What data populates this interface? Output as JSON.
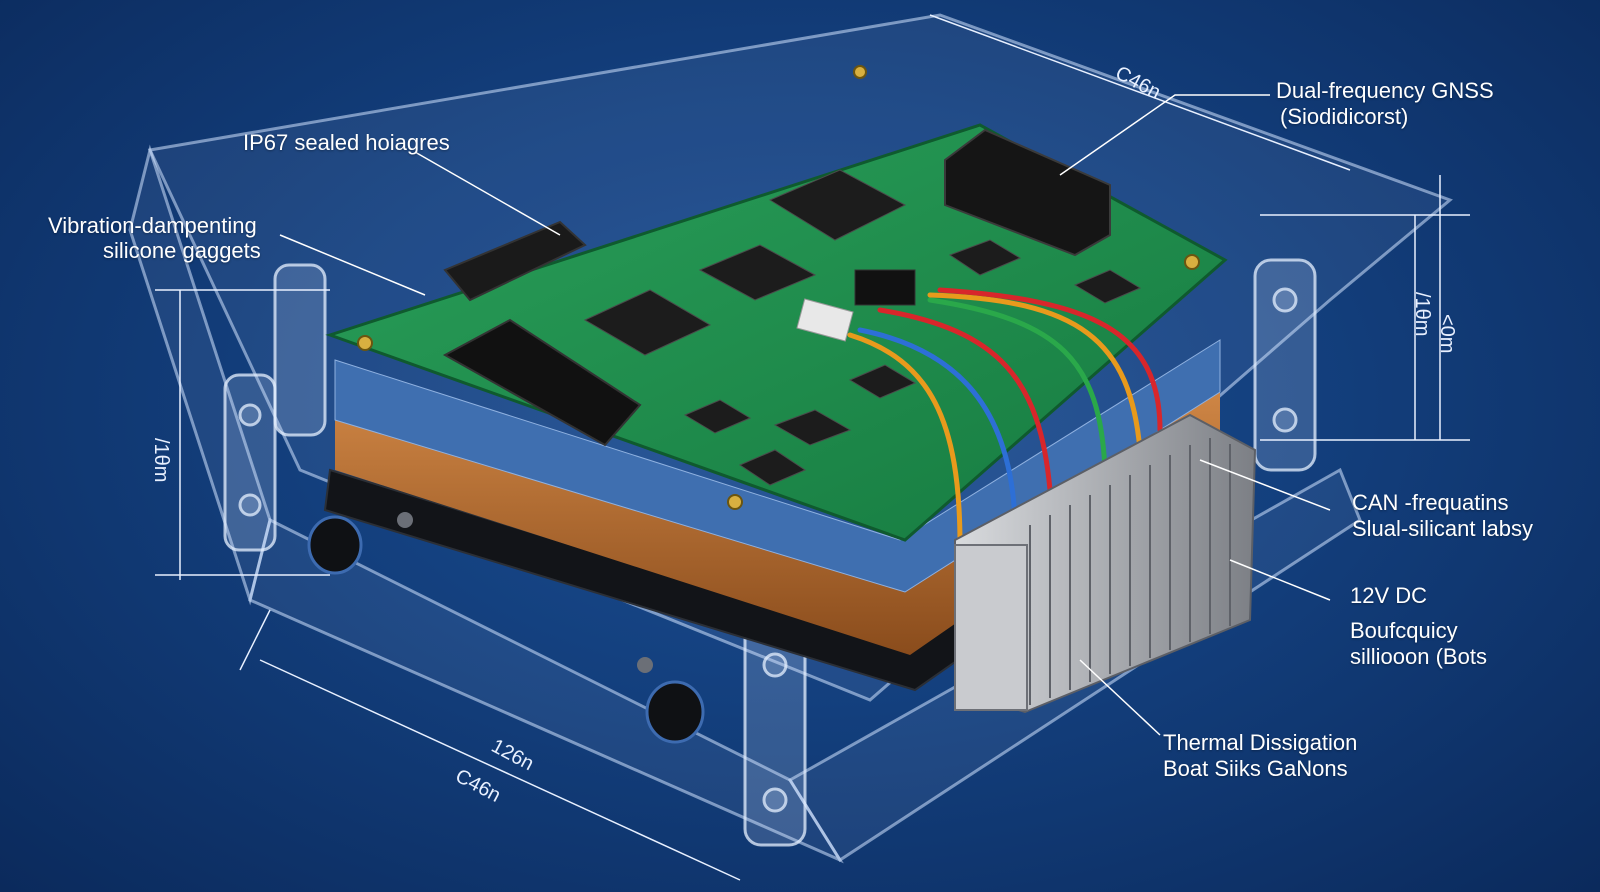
{
  "labels": {
    "ip67": "IP67 sealed hoiagres",
    "vibration_line1": "Vibration-dampenting",
    "vibration_line2": "silicone gaggets",
    "gnss_line1": "Dual-frequency GNSS",
    "gnss_line2": "(Siodidicorst)",
    "can_line1": "CAN -frequatins",
    "can_line2": "Slual-silicant labsy",
    "power_line1": "12V DC",
    "power_line2": "Boufcquicy",
    "power_line3": "silliooon (Bots",
    "thermal_line1": "Thermal Dissigation",
    "thermal_line2": "Boat Siiks GaNons"
  },
  "dimensions": {
    "top_width": "C46n",
    "left_height": "/1θm",
    "right_height_outer": "/1θm",
    "right_height_inner": "<0m",
    "bottom_depth": "126n",
    "bottom_width": "C46n"
  },
  "colors": {
    "background": "#133f7d",
    "pcb": "#1f8a4c",
    "chip": "#1c1c1c",
    "copper": "#b4682a",
    "insulation": "#3f6fb0",
    "heatsink": "#a9abb0",
    "wire_red": "#d8262b",
    "wire_blue": "#2d6fd6",
    "wire_green": "#2aa84a",
    "wire_orange": "#e89a1c"
  }
}
